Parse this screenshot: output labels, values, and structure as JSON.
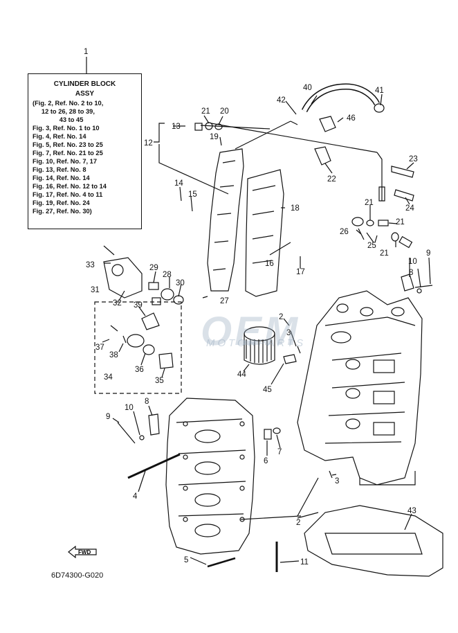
{
  "assy_box": {
    "ref": "1",
    "title_line1": "CYLINDER BLOCK",
    "title_line2": "ASSY",
    "lines": [
      "(Fig. 2, Ref. No. 2 to 10,",
      "     12 to 26, 28 to 39,",
      "               43 to 45",
      "Fig. 3, Ref. No. 1 to 10",
      "Fig. 4, Ref. No. 14",
      "Fig. 5, Ref. No. 23 to 25",
      "Fig. 7, Ref. No. 21 to 25",
      "Fig. 10, Ref. No. 7, 17",
      "Fig. 13, Ref. No. 8",
      "Fig. 14, Ref. No. 14",
      "Fig. 16, Ref. No. 12 to 14",
      "Fig. 17, Ref. No. 4 to 11",
      "Fig. 19, Ref. No. 24",
      "Fig. 27, Ref. No. 30)"
    ]
  },
  "labels": {
    "l2a": "2",
    "l2b": "2",
    "l3a": "3",
    "l3b": "3",
    "l4": "4",
    "l5": "5",
    "l6": "6",
    "l7": "7",
    "l8a": "8",
    "l8b": "8",
    "l9a": "9",
    "l9b": "9",
    "l10a": "10",
    "l10b": "10",
    "l11": "11",
    "l12": "12",
    "l13": "13",
    "l14": "14",
    "l15": "15",
    "l16": "16",
    "l17": "17",
    "l18": "18",
    "l19": "19",
    "l20": "20",
    "l21a": "21",
    "l21b": "21",
    "l21c": "21",
    "l21d": "21",
    "l22": "22",
    "l23": "23",
    "l24": "24",
    "l25": "25",
    "l26": "26",
    "l27": "27",
    "l28": "28",
    "l29": "29",
    "l30": "30",
    "l31": "31",
    "l32": "32",
    "l33": "33",
    "l34": "34",
    "l35": "35",
    "l36": "36",
    "l37": "37",
    "l38": "38",
    "l39": "39",
    "l40": "40",
    "l41": "41",
    "l42": "42",
    "l43": "43",
    "l44": "44",
    "l45": "45",
    "l46": "46"
  },
  "fwd_label": "FWD",
  "diagram_code": "6D74300-G020",
  "watermark": {
    "main": "OEM",
    "sub": "MOTORPARTS"
  },
  "colors": {
    "line": "#111111",
    "watermark": "#96aabe"
  }
}
